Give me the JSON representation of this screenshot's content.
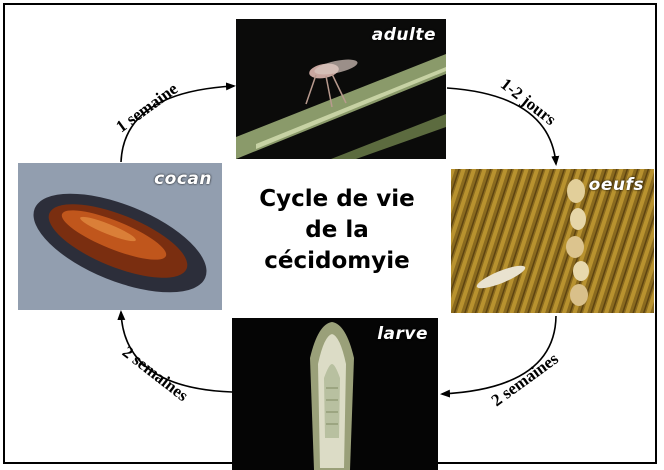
{
  "title": {
    "line1": "Cycle de vie",
    "line2": "de la",
    "line3": "cécidomyie"
  },
  "stages": {
    "adulte": "adulte",
    "oeufs": "oeufs",
    "larve": "larve",
    "cocon": "cocan"
  },
  "durations": {
    "adulte_to_oeufs": "1-2 jours",
    "oeufs_to_larve": "2 semaines",
    "larve_to_cocon": "2 semaines",
    "cocon_to_adulte": "1 semaine"
  }
}
